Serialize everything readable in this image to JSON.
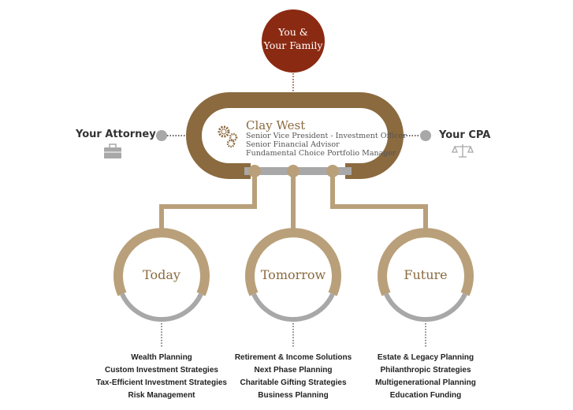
{
  "center": {
    "label_line1": "You &",
    "label_line2": "Your Family"
  },
  "advisor": {
    "name": "Clay West",
    "titles": [
      "Senior Vice President - Investment Officer",
      "Senior Financial Advisor",
      "Fundamental Choice Portfolio Manager"
    ],
    "icon": "gears-icon"
  },
  "left_partner": {
    "label": "Your Attorney",
    "icon": "briefcase-icon"
  },
  "right_partner": {
    "label": "Your CPA",
    "icon": "scales-icon"
  },
  "phases": [
    {
      "label": "Today",
      "items": [
        "Wealth Planning",
        "Custom Investment Strategies",
        "Tax-Efficient Investment Strategies",
        "Risk Management"
      ]
    },
    {
      "label": "Tomorrow",
      "items": [
        "Retirement & Income Solutions",
        "Next Phase Planning",
        "Charitable Gifting Strategies",
        "Business Planning"
      ]
    },
    {
      "label": "Future",
      "items": [
        "Estate & Legacy Planning",
        "Philanthropic Strategies",
        "Multigenerational Planning",
        "Education Funding"
      ]
    }
  ],
  "colors": {
    "maroon": "#8b2a12",
    "brown": "#8a6a3e",
    "tan": "#b9a07a",
    "gray": "#a8a8a8"
  }
}
